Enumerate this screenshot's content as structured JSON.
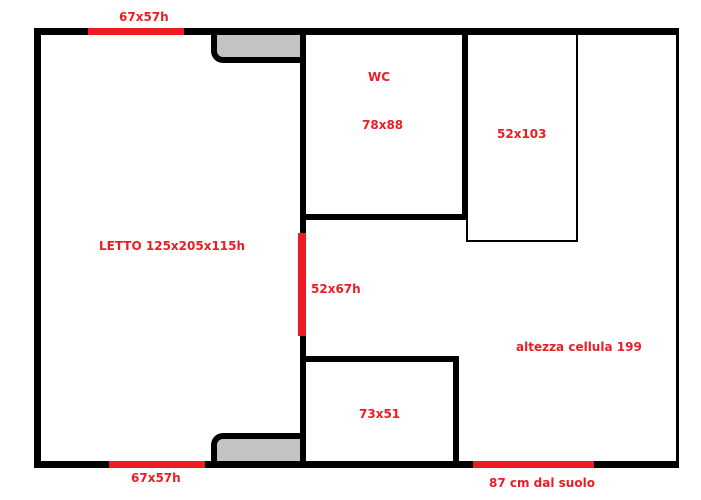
{
  "plan": {
    "colors": {
      "wall": "#000000",
      "window": "#ed1c24",
      "label": "#ed1c24",
      "fixture": "#c3c3c3",
      "background": "#ffffff"
    },
    "labels": {
      "window_top": "67x57h",
      "window_bottom": "67x57h",
      "window_door": "52x67h",
      "window_right_bottom": "87 cm dal suolo",
      "wc_title": "WC",
      "wc_size": "78x88",
      "cabinet_size": "52x103",
      "bed": "LETTO 125x205x115h",
      "small_box": "73x51",
      "cell_height": "altezza cellula 199"
    }
  }
}
